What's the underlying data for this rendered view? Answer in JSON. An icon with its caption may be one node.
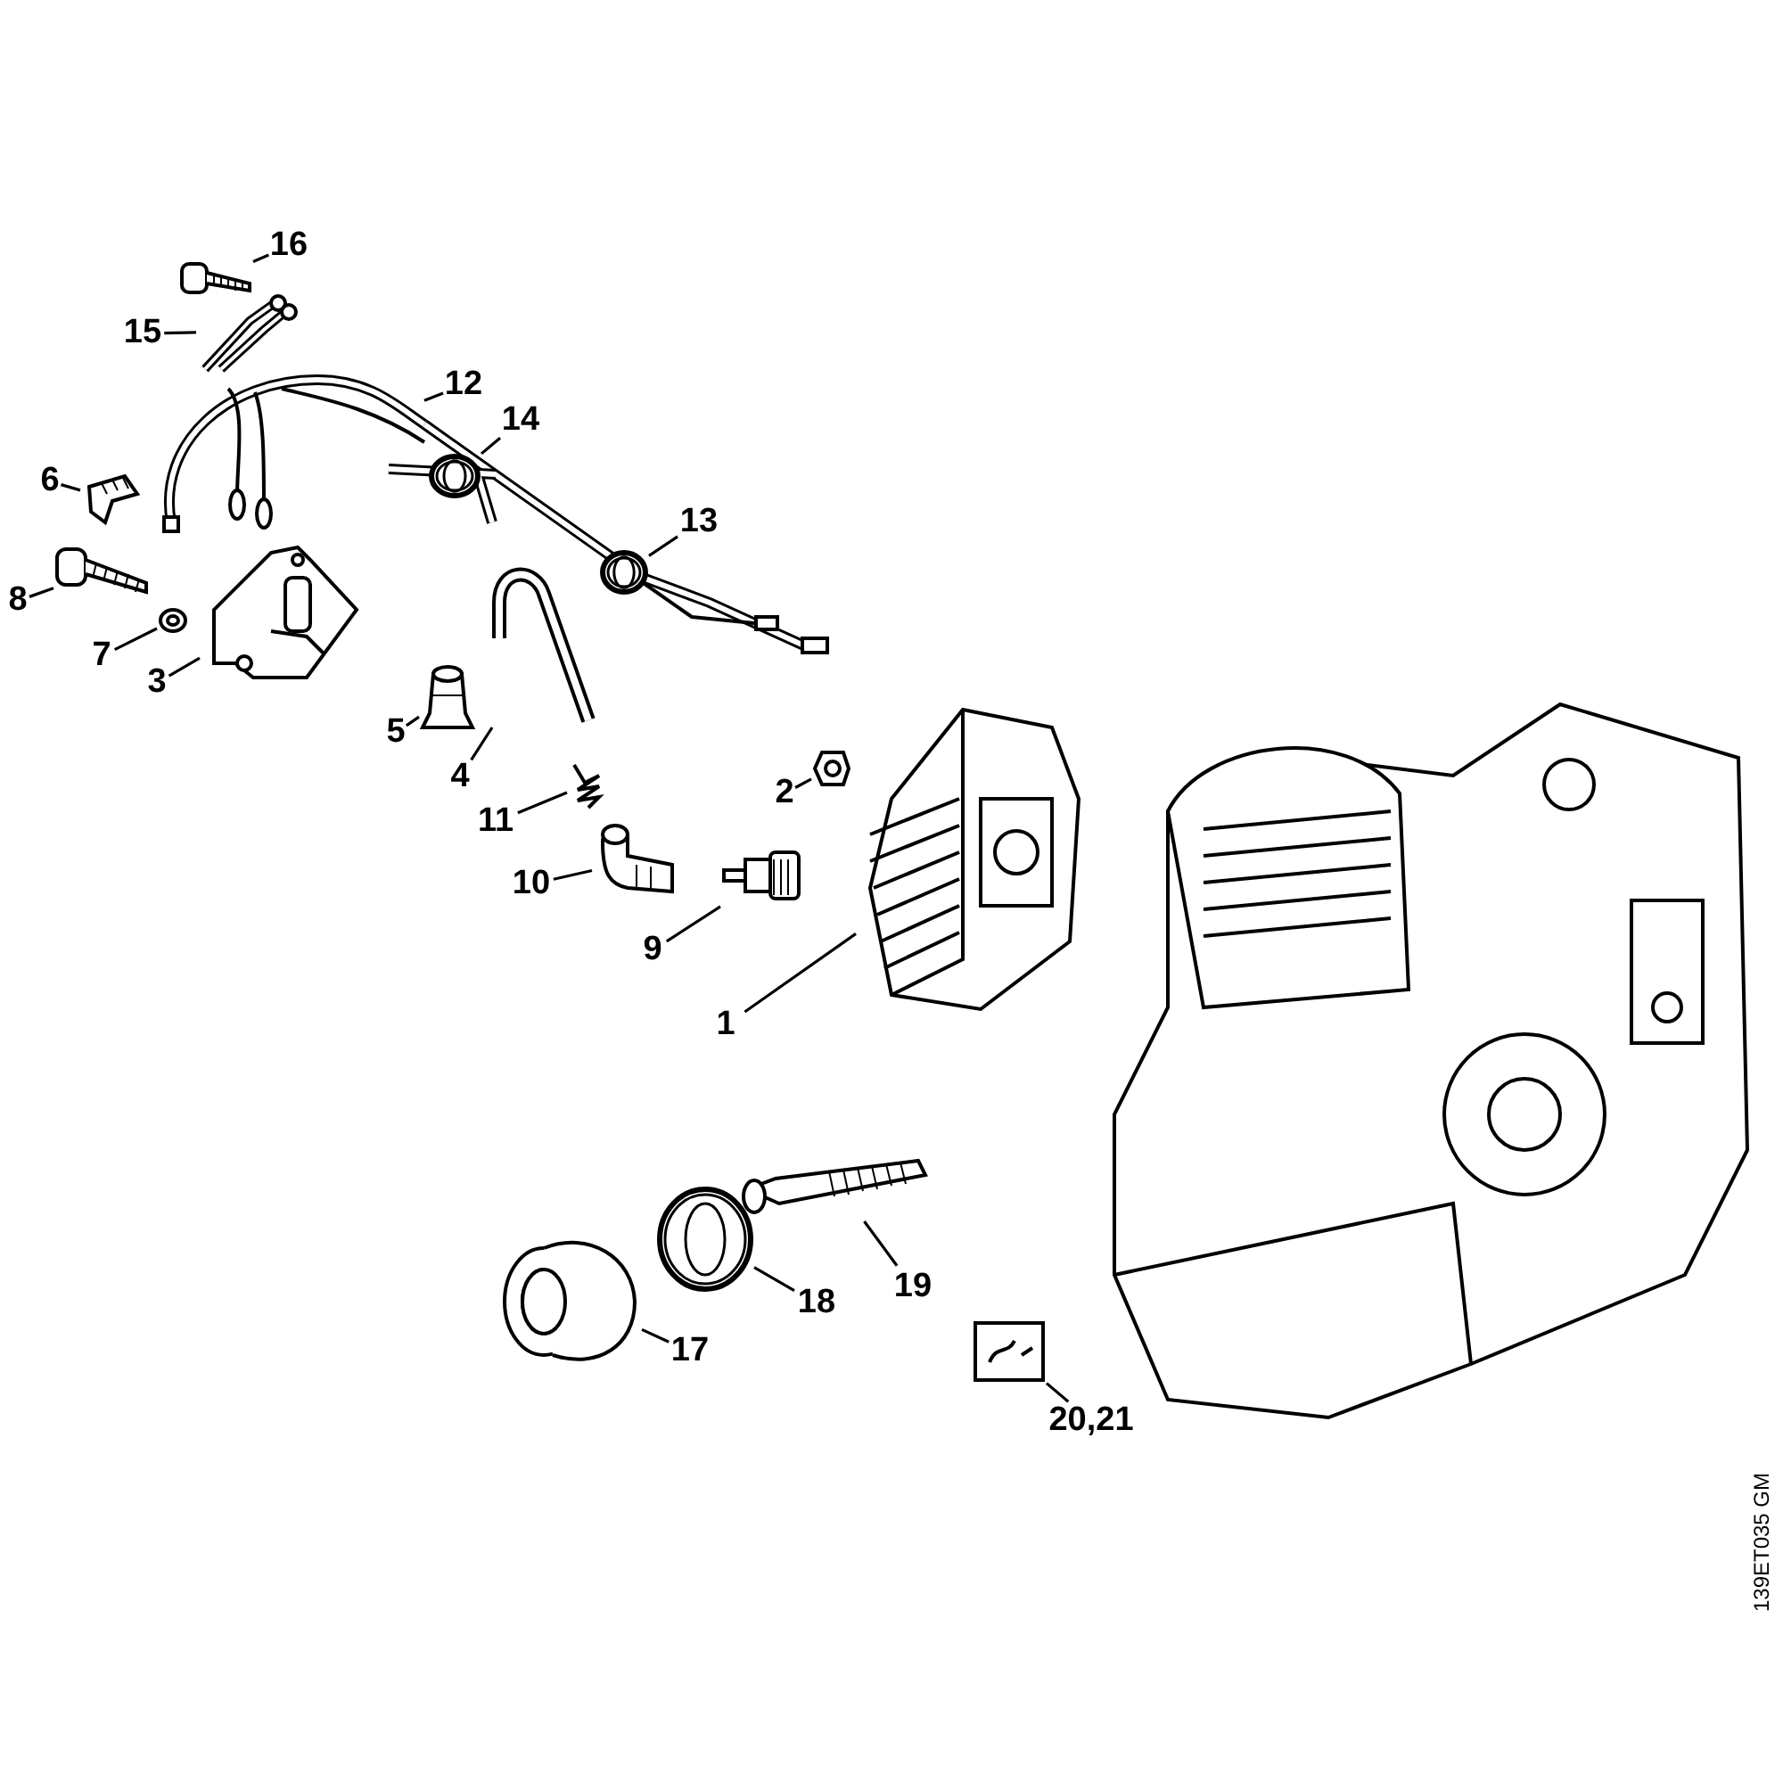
{
  "diagram": {
    "nodes": [
      {
        "text": [
          "16"
        ]
      },
      {
        "text": [],
        "shape": "picture"
      },
      {
        "text": [
          "15"
        ]
      },
      {
        "text": [],
        "shape": "picture"
      },
      {
        "text": [
          "12"
        ]
      },
      {
        "text": [],
        "shape": "picture"
      },
      {
        "text": [
          "14"
        ]
      },
      {
        "text": [],
        "shape": "circle"
      },
      {
        "text": [
          "6"
        ]
      },
      {
        "text": [],
        "shape": "picture"
      },
      {
        "text": [
          "13"
        ]
      },
      {
        "text": [],
        "shape": "circle"
      },
      {
        "text": [
          "8"
        ]
      },
      {
        "text": [],
        "shape": "picture"
      },
      {
        "text": [
          "7"
        ]
      },
      {
        "text": [],
        "shape": "picture"
      },
      {
        "text": [
          "3"
        ]
      },
      {
        "text": [],
        "shape": "picture"
      },
      {
        "text": [
          "5"
        ]
      },
      {
        "text": [],
        "shape": "picture"
      },
      {
        "text": [
          "4"
        ]
      },
      {
        "text": [],
        "shape": "picture"
      },
      {
        "text": [
          "2"
        ]
      },
      {
        "text": [],
        "shape": "picture"
      },
      {
        "text": [
          "11"
        ]
      },
      {
        "text": [],
        "shape": "picture"
      },
      {
        "text": [
          "10"
        ]
      },
      {
        "text": [],
        "shape": "picture"
      },
      {
        "text": [
          "9"
        ]
      },
      {
        "text": [],
        "shape": "picture"
      },
      {
        "text": [
          "1"
        ]
      },
      {
        "text": [],
        "shape": "picture"
      },
      {
        "text": [
          "19"
        ]
      },
      {
        "text": [],
        "shape": "picture"
      },
      {
        "text": [
          "18"
        ]
      },
      {
        "text": [],
        "shape": "circle"
      },
      {
        "text": [
          "17"
        ]
      },
      {
        "text": [],
        "shape": "picture"
      },
      {
        "text": [
          "20,21"
        ]
      },
      {
        "text": [],
        "shape": "picture"
      }
    ],
    "edges": [
      {
        "from": 0,
        "to": 1,
        "arrow": "none"
      },
      {
        "from": 2,
        "to": 3,
        "arrow": "none"
      },
      {
        "from": 4,
        "to": 5,
        "arrow": "none"
      },
      {
        "from": 6,
        "to": 7,
        "arrow": "none"
      },
      {
        "from": 8,
        "to": 9,
        "arrow": "none"
      },
      {
        "from": 10,
        "to": 11,
        "arrow": "none"
      },
      {
        "from": 12,
        "to": 13,
        "arrow": "none"
      },
      {
        "from": 14,
        "to": 15,
        "arrow": "none"
      },
      {
        "from": 16,
        "to": 17,
        "arrow": "none"
      },
      {
        "from": 18,
        "to": 19,
        "arrow": "none"
      },
      {
        "from": 20,
        "to": 21,
        "arrow": "none"
      },
      {
        "from": 22,
        "to": 23,
        "arrow": "none"
      },
      {
        "from": 24,
        "to": 25,
        "arrow": "none"
      },
      {
        "from": 26,
        "to": 27,
        "arrow": "none"
      },
      {
        "from": 28,
        "to": 29,
        "arrow": "none"
      },
      {
        "from": 30,
        "to": 31,
        "arrow": "none"
      },
      {
        "from": 32,
        "to": 33,
        "arrow": "none"
      },
      {
        "from": 34,
        "to": 35,
        "arrow": "none"
      },
      {
        "from": 36,
        "to": 37,
        "arrow": "none"
      },
      {
        "from": 38,
        "to": 39,
        "arrow": "none"
      }
    ],
    "labels": [
      "139ET035 GM"
    ]
  }
}
